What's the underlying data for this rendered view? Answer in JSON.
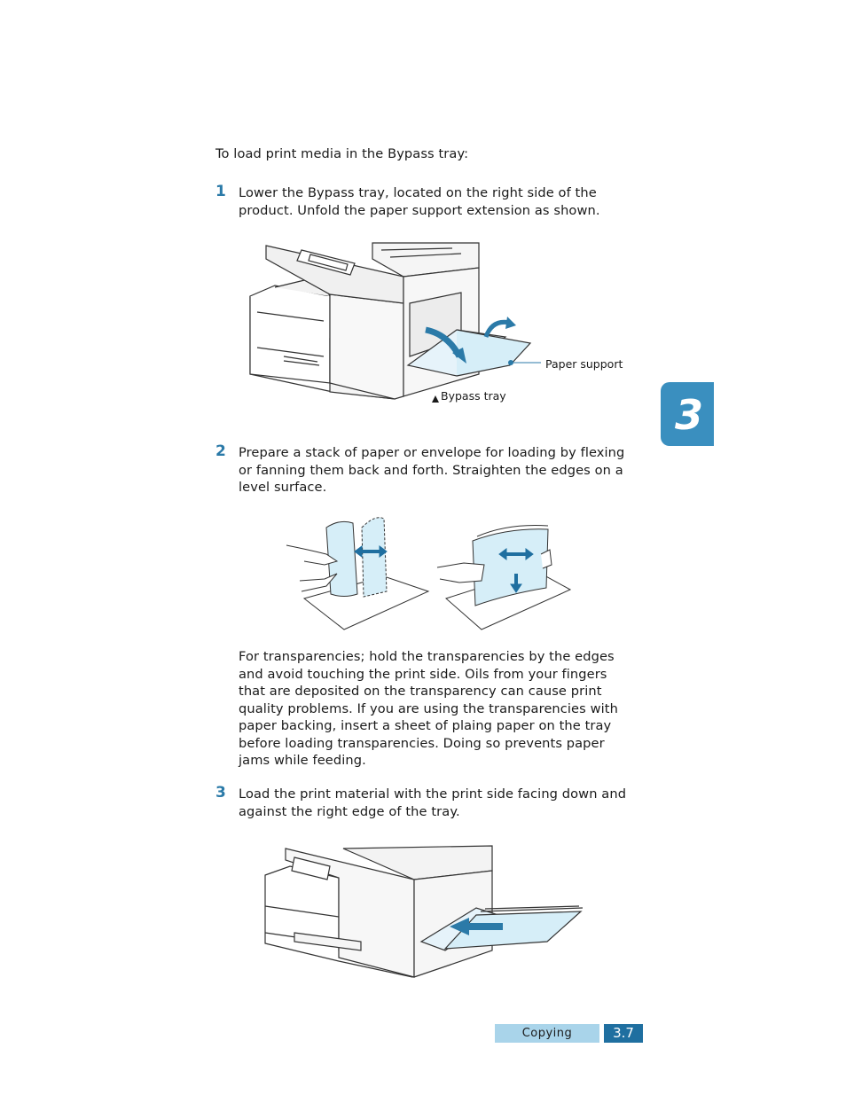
{
  "intro": "To load print media in the Bypass tray:",
  "steps": [
    {
      "num": "1",
      "text": "Lower the Bypass tray, located on the right side of the product. Unfold the paper support extension as shown."
    },
    {
      "num": "2",
      "text": "Prepare a stack of paper or envelope for loading by flexing or fanning them back and forth. Straighten the edges on a level surface."
    },
    {
      "num": "3",
      "text": "Load the print material with the print side facing down and against the right edge of the tray."
    }
  ],
  "transparency_note": "For transparencies; hold the transparencies by the edges and avoid touching the print side. Oils from your fingers that are deposited on the transparency can cause print quality problems. If you are using the transparencies with paper backing, insert a sheet of plaing paper on the tray before loading transparencies. Doing so prevents paper jams while feeding.",
  "figure1": {
    "callout_paper_support": "Paper support",
    "callout_bypass_tray": "Bypass tray"
  },
  "chapter": "3",
  "footer": {
    "section": "Copying",
    "page": "3.7"
  },
  "colors": {
    "accent": "#2b7aa8",
    "chapter_tab": "#3a8fbf",
    "footer_section": "#a9d4ea",
    "footer_page": "#1f6fa0",
    "paper_blue": "#d6eef8"
  }
}
